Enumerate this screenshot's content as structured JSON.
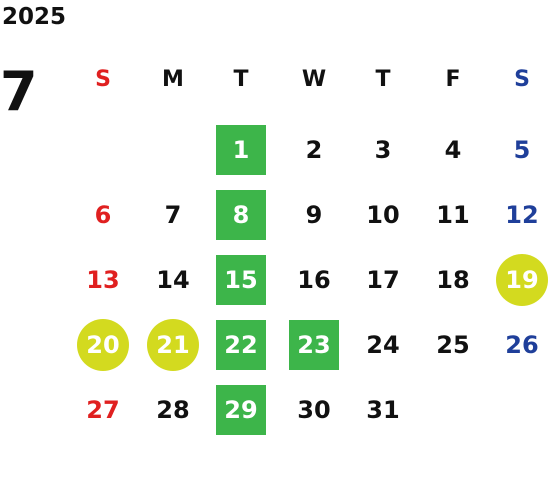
{
  "header": {
    "year": "2025",
    "month": "7"
  },
  "colors": {
    "sunday": "#e02020",
    "saturday": "#1f3f9a",
    "weekday": "#111111",
    "green_highlight": "#3db54a",
    "yellow_highlight": "#d3da1f",
    "highlight_text": "#ffffff"
  },
  "weekdays": [
    {
      "label": "S",
      "kind": "sunday"
    },
    {
      "label": "M",
      "kind": "weekday"
    },
    {
      "label": "T",
      "kind": "weekday"
    },
    {
      "label": "W",
      "kind": "weekday"
    },
    {
      "label": "T",
      "kind": "weekday"
    },
    {
      "label": "F",
      "kind": "weekday"
    },
    {
      "label": "S",
      "kind": "saturday"
    }
  ],
  "weeks": [
    [
      {
        "label": "",
        "kind": "empty"
      },
      {
        "label": "",
        "kind": "empty"
      },
      {
        "label": "1",
        "kind": "weekday",
        "highlight": "green"
      },
      {
        "label": "2",
        "kind": "weekday"
      },
      {
        "label": "3",
        "kind": "weekday"
      },
      {
        "label": "4",
        "kind": "weekday"
      },
      {
        "label": "5",
        "kind": "saturday"
      }
    ],
    [
      {
        "label": "6",
        "kind": "sunday"
      },
      {
        "label": "7",
        "kind": "weekday"
      },
      {
        "label": "8",
        "kind": "weekday",
        "highlight": "green"
      },
      {
        "label": "9",
        "kind": "weekday"
      },
      {
        "label": "10",
        "kind": "weekday"
      },
      {
        "label": "11",
        "kind": "weekday"
      },
      {
        "label": "12",
        "kind": "saturday"
      }
    ],
    [
      {
        "label": "13",
        "kind": "sunday"
      },
      {
        "label": "14",
        "kind": "weekday"
      },
      {
        "label": "15",
        "kind": "weekday",
        "highlight": "green"
      },
      {
        "label": "16",
        "kind": "weekday"
      },
      {
        "label": "17",
        "kind": "weekday"
      },
      {
        "label": "18",
        "kind": "weekday"
      },
      {
        "label": "19",
        "kind": "saturday",
        "highlight": "yellow"
      }
    ],
    [
      {
        "label": "20",
        "kind": "sunday",
        "highlight": "yellow"
      },
      {
        "label": "21",
        "kind": "weekday",
        "highlight": "yellow"
      },
      {
        "label": "22",
        "kind": "weekday",
        "highlight": "green"
      },
      {
        "label": "23",
        "kind": "weekday",
        "highlight": "green"
      },
      {
        "label": "24",
        "kind": "weekday"
      },
      {
        "label": "25",
        "kind": "weekday"
      },
      {
        "label": "26",
        "kind": "saturday"
      }
    ],
    [
      {
        "label": "27",
        "kind": "sunday"
      },
      {
        "label": "28",
        "kind": "weekday"
      },
      {
        "label": "29",
        "kind": "weekday",
        "highlight": "green"
      },
      {
        "label": "30",
        "kind": "weekday"
      },
      {
        "label": "31",
        "kind": "weekday"
      },
      {
        "label": "",
        "kind": "empty"
      },
      {
        "label": "",
        "kind": "empty"
      }
    ]
  ]
}
